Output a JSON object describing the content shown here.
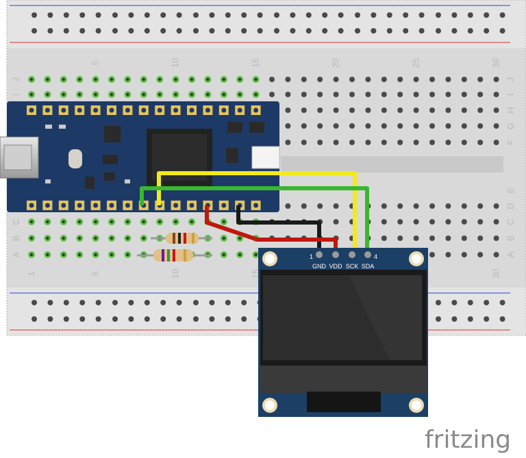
{
  "breadboard": {
    "rows_top": [
      "J",
      "I",
      "H",
      "G",
      "F"
    ],
    "rows_bottom": [
      "E",
      "D",
      "C",
      "B",
      "A"
    ],
    "column_numbers": [
      "1",
      "5",
      "10",
      "15",
      "20",
      "25",
      "30"
    ]
  },
  "oled": {
    "pin_first": "1",
    "pin_last": "4",
    "pins": [
      "GND",
      "VDD",
      "SCK",
      "SDA"
    ]
  },
  "wires": {
    "gnd_color": "#1a1a1a",
    "vdd_color": "#c0180f",
    "sck_color": "#f2ea1c",
    "sda_color": "#39b72f"
  },
  "brand": {
    "logo": "fritzing"
  }
}
